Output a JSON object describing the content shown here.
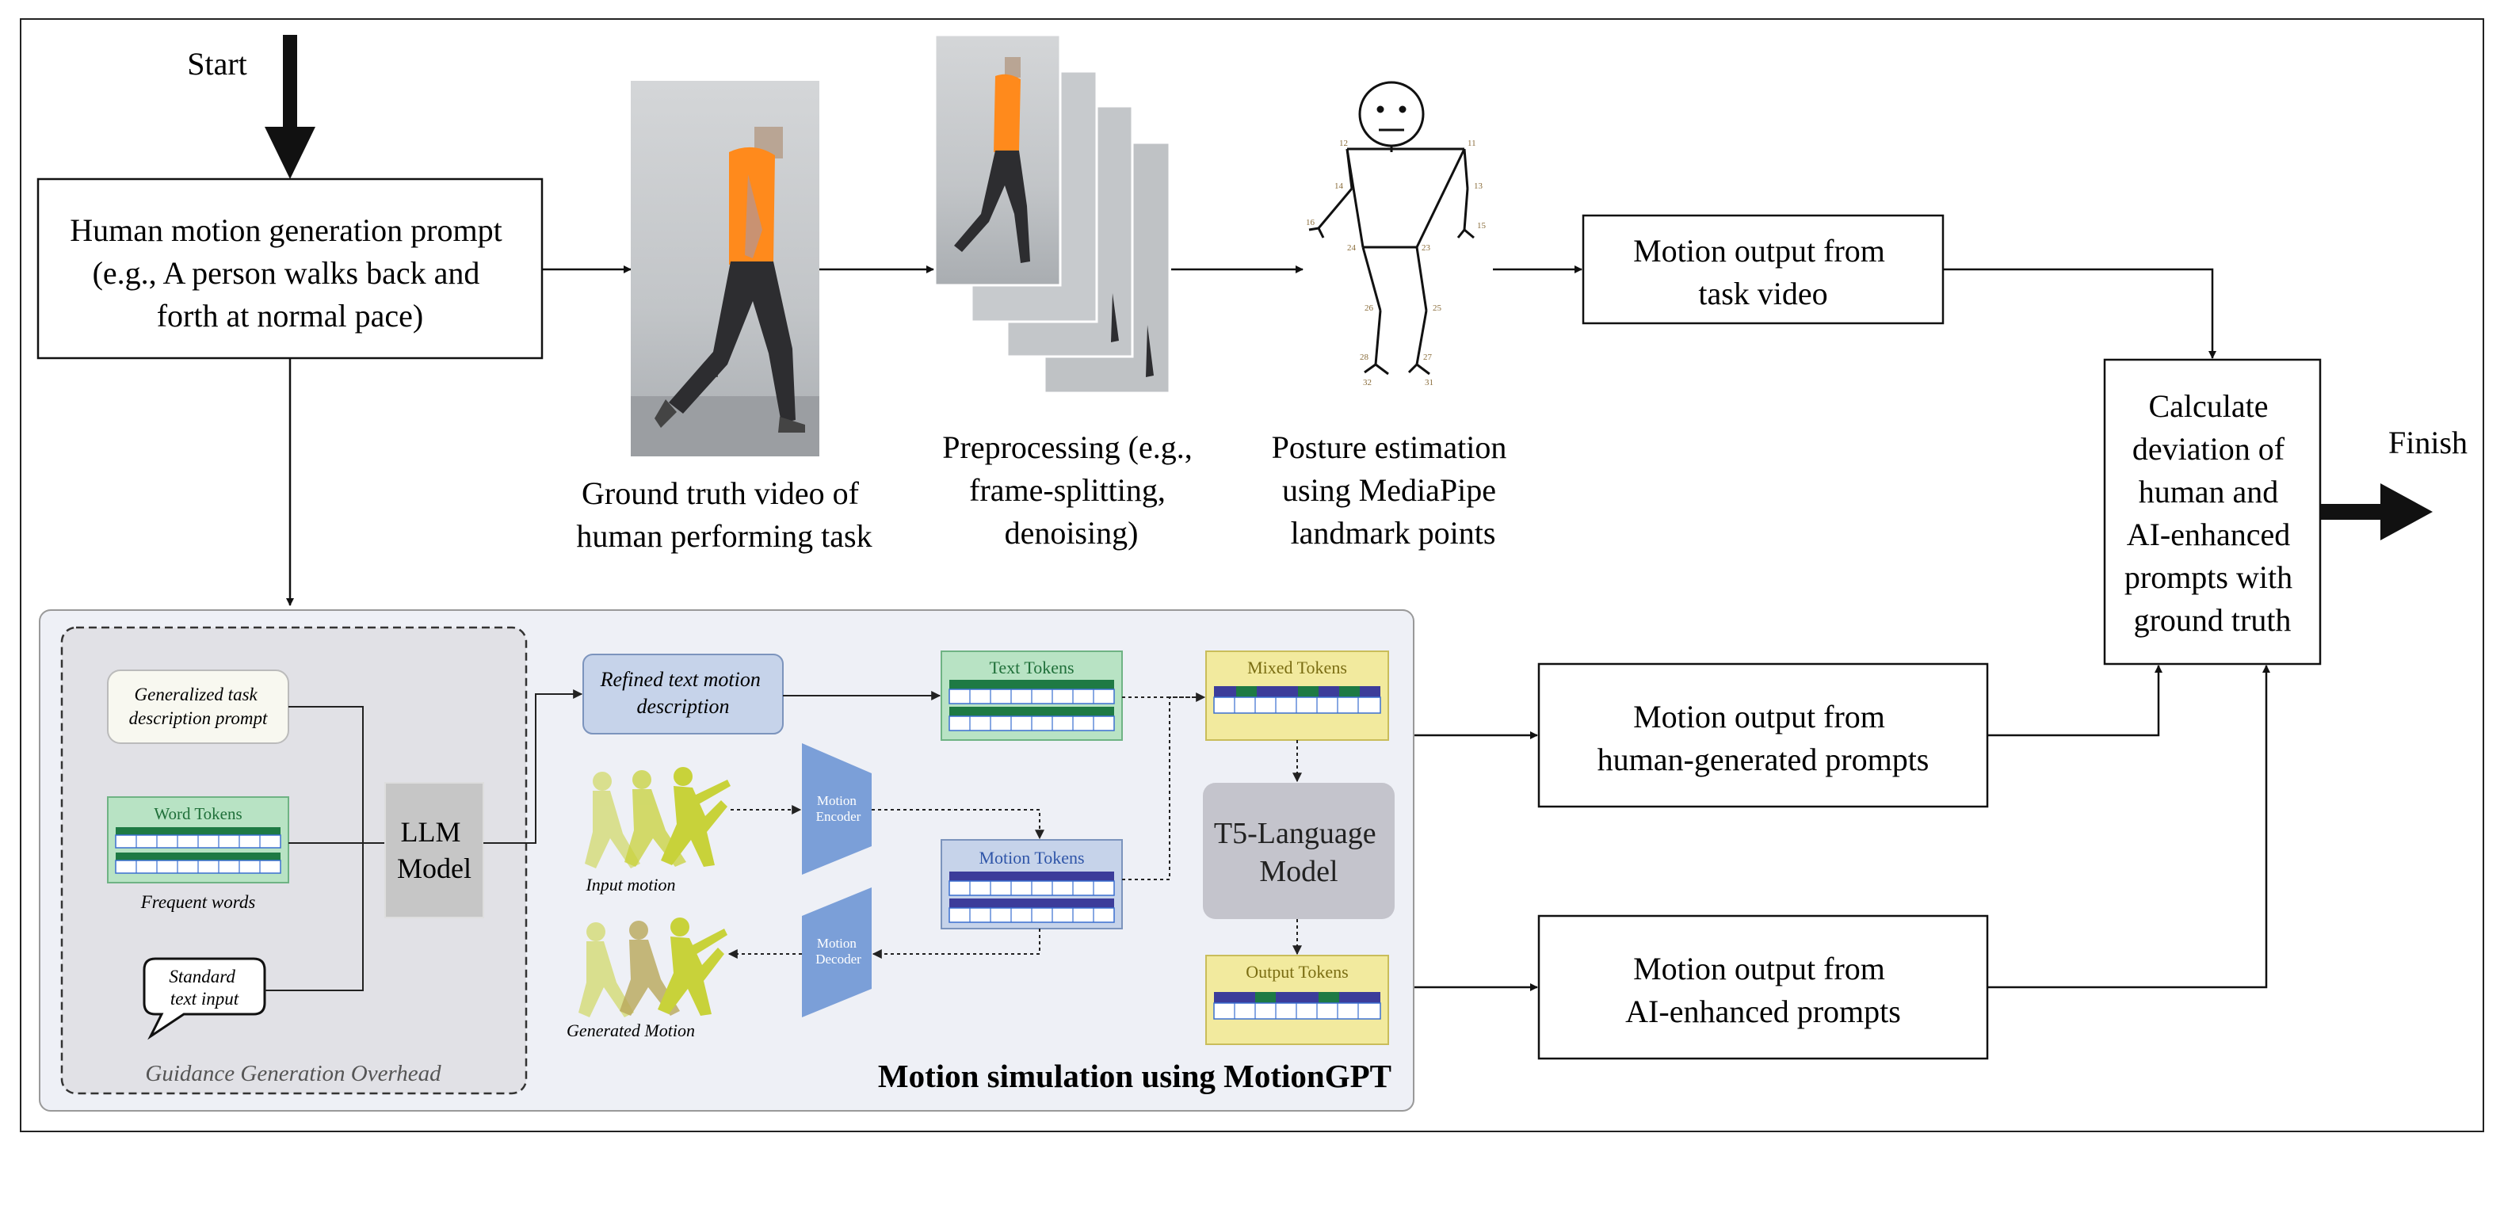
{
  "flow": {
    "start": "Start",
    "finish": "Finish",
    "prompt_lines": [
      "Human motion generation prompt",
      "(e.g., A person walks back and",
      "forth at normal pace)"
    ],
    "ground_truth_lines": [
      "Ground truth video of",
      "human performing task"
    ],
    "preprocessing_lines": [
      "Preprocessing (e.g.,",
      "frame-splitting,",
      "denoising)"
    ],
    "posture_lines": [
      "Posture estimation",
      "using MediaPipe",
      "landmark points"
    ],
    "task_output_lines": [
      "Motion output from",
      "task video"
    ],
    "human_output_lines": [
      "Motion output from",
      "human-generated prompts"
    ],
    "ai_output_lines": [
      "Motion output from",
      "AI-enhanced prompts"
    ],
    "deviation_lines": [
      "Calculate",
      "deviation of",
      "human and",
      "AI-enhanced",
      "prompts with",
      "ground truth"
    ]
  },
  "motiongpt": {
    "title": "Motion simulation using MotionGPT",
    "guidance_label": "Guidance Generation Overhead",
    "generalized_prompt_lines": [
      "Generalized task",
      "description prompt"
    ],
    "word_tokens": "Word Tokens",
    "frequent_words": "Frequent words",
    "standard_input_lines": [
      "Standard",
      "text input"
    ],
    "llm_lines": [
      "LLM",
      "Model"
    ],
    "refined_lines": [
      "Refined text motion",
      "description"
    ],
    "text_tokens": "Text Tokens",
    "mixed_tokens": "Mixed Tokens",
    "motion_tokens": "Motion Tokens",
    "output_tokens": "Output Tokens",
    "t5_lines": [
      "T5-Language",
      "Model"
    ],
    "encoder_lines": [
      "Motion",
      "Encoder"
    ],
    "decoder_lines": [
      "Motion",
      "Decoder"
    ],
    "input_motion": "Input motion",
    "generated_motion": "Generated Motion"
  },
  "landmark_numbers": [
    "12",
    "11",
    "14",
    "13",
    "16",
    "15",
    "24",
    "23",
    "26",
    "25",
    "28",
    "27",
    "32",
    "31"
  ],
  "colors": {
    "shirt": "#ff8a1c",
    "panel_bg": "#eef0f6",
    "guidance_bg": "#e1e1e6",
    "text_token_green": "#b8e3c4",
    "mixed_yellow": "#f2ea9e",
    "motion_blue": "#c6d3ea",
    "encoder_blue": "#7b9fd8",
    "llm_gray": "#c6c6c6",
    "t5_gray": "#c4c4cc",
    "figure_yellow": "#c8d23a"
  }
}
